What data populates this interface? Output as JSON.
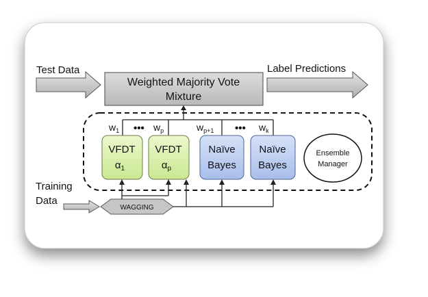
{
  "diagram": {
    "inputs": {
      "test_data": "Test Data",
      "training_line1": "Training",
      "training_line2": "Data"
    },
    "output": {
      "label_predictions": "Label Predictions"
    },
    "vote": {
      "line1": "Weighted Majority Vote",
      "line2": "Mixture"
    },
    "wagging": "WAGGING",
    "ellipsis": "•••",
    "weights": {
      "w1": {
        "base": "w",
        "sub": "1"
      },
      "wp": {
        "base": "w",
        "sub": "p"
      },
      "wp1": {
        "base": "w",
        "sub": "p+1"
      },
      "wk": {
        "base": "w",
        "sub": "k"
      }
    },
    "classifiers": [
      {
        "line1": "VFDT",
        "line2_base": "α",
        "line2_sub": "1",
        "color": "#d9f0a8"
      },
      {
        "line1": "VFDT",
        "line2_base": "α",
        "line2_sub": "p",
        "color": "#d9f0a8"
      },
      {
        "line1": "Naïve",
        "line2": "Bayes",
        "color": "#b9cdf2"
      },
      {
        "line1": "Naïve",
        "line2": "Bayes",
        "color": "#b9cdf2"
      }
    ],
    "ensemble_manager": {
      "line1": "Ensemble",
      "line2": "Manager"
    }
  }
}
